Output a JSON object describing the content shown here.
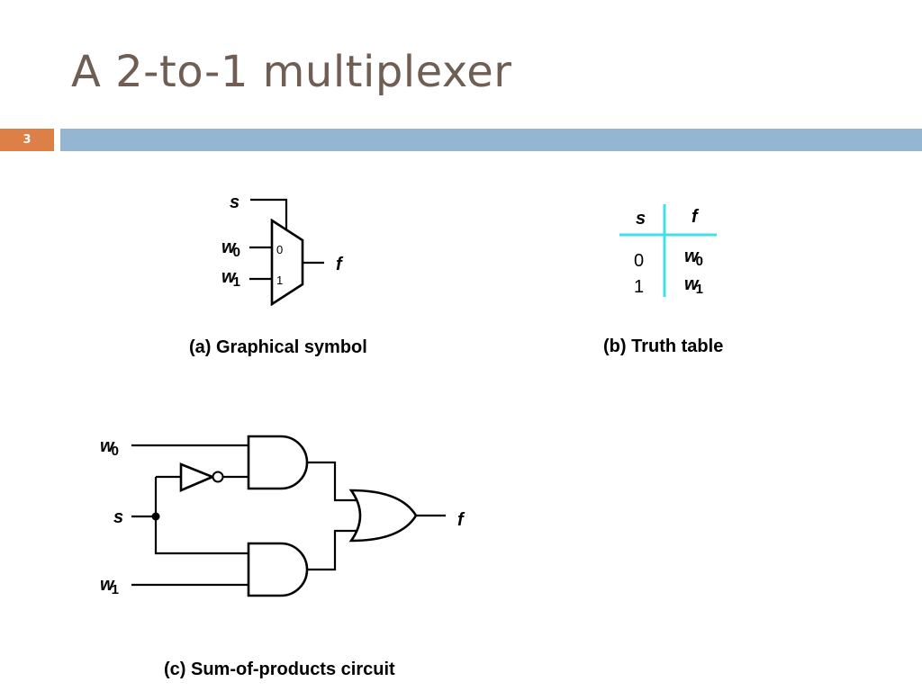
{
  "slide": {
    "title": "A 2-to-1 multiplexer",
    "number": "3"
  },
  "symbol": {
    "caption": "(a) Graphical symbol",
    "select_label": "s",
    "input0_var": "w",
    "input0_sub": "0",
    "input1_var": "w",
    "input1_sub": "1",
    "port0": "0",
    "port1": "1",
    "output_label": "f"
  },
  "truth_table": {
    "caption": "(b) Truth table",
    "headers": [
      "s",
      "f"
    ],
    "rows": [
      {
        "s": "0",
        "f_var": "w",
        "f_sub": "0"
      },
      {
        "s": "1",
        "f_var": "w",
        "f_sub": "1"
      }
    ],
    "divider_color": "#3fe0e6"
  },
  "circuit": {
    "caption": "(c) Sum-of-products circuit",
    "input0_var": "w",
    "input0_sub": "0",
    "select_label": "s",
    "input1_var": "w",
    "input1_sub": "1",
    "output_label": "f"
  },
  "colors": {
    "title": "#6f5e53",
    "number_box": "#dd8047",
    "title_bar": "#94b6d2"
  }
}
